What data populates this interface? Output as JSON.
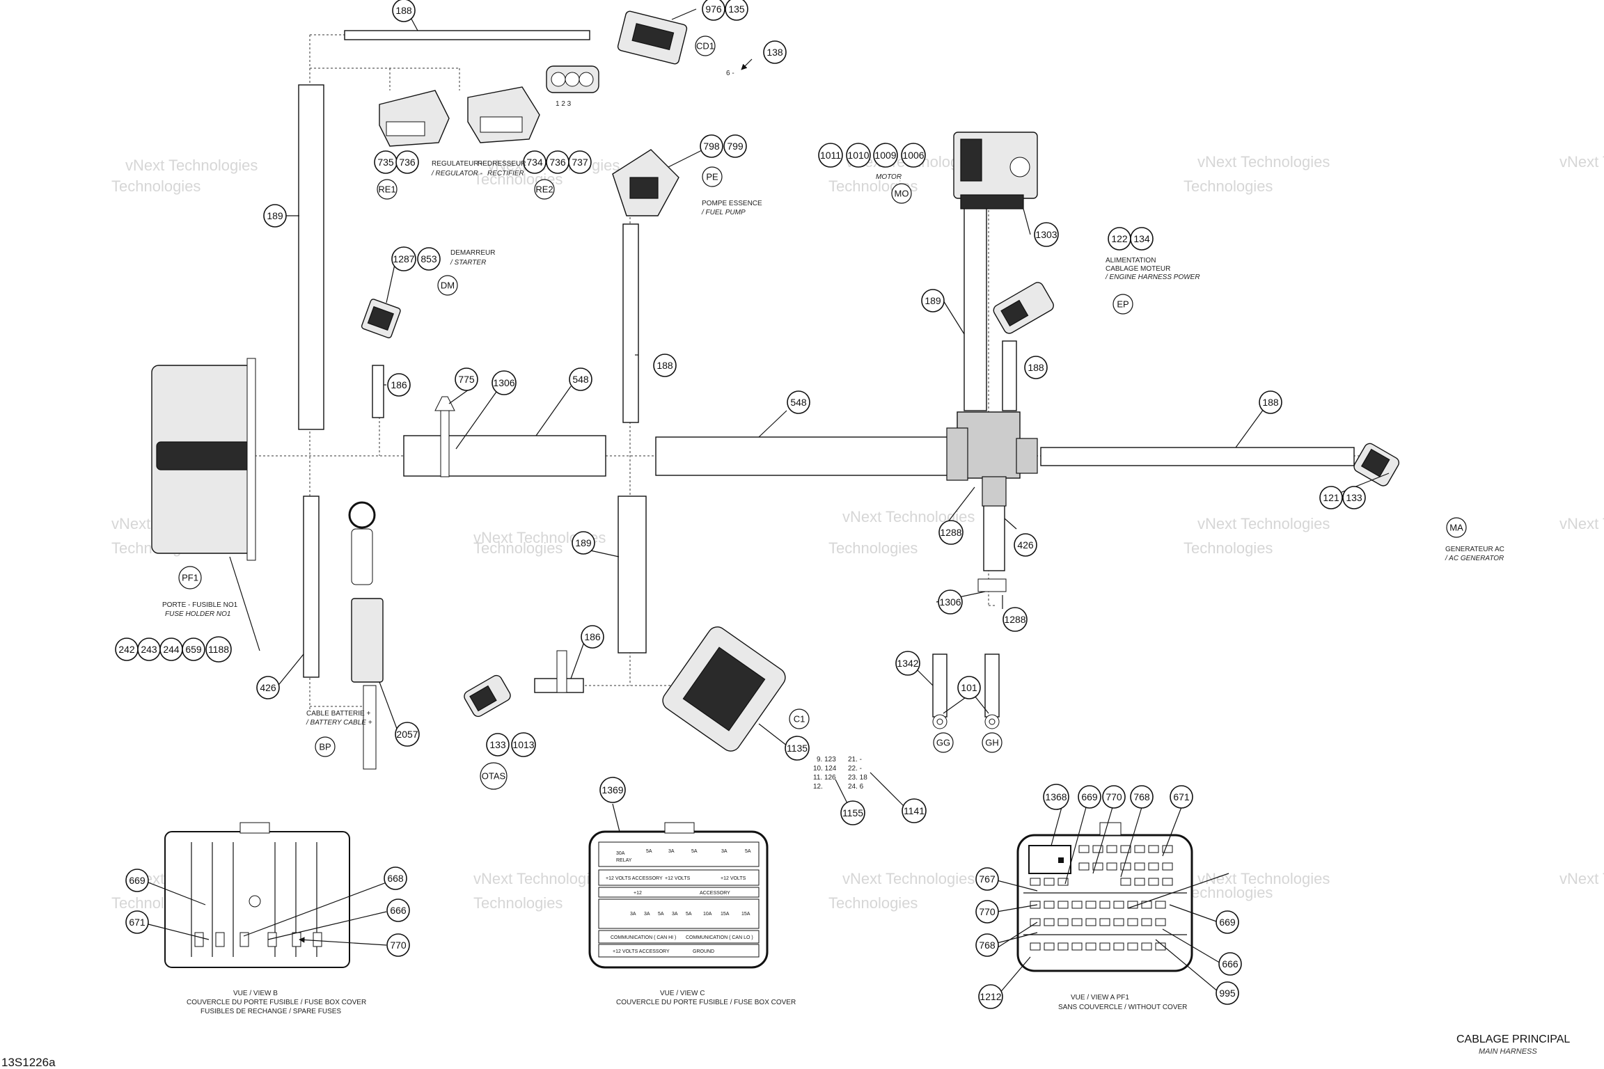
{
  "drawing_ref": "13S1226a",
  "title": "CABLAGE PRINCIPAL",
  "subtitle": "MAIN HARNESS",
  "watermark": "vNext Technologies",
  "connectors": {
    "CD1": "CD1",
    "RE1": "RE1",
    "RE2": "RE2",
    "PE": "PE",
    "MO": "MO",
    "DM": "DM",
    "EP": "EP",
    "PF1": "PF1",
    "BP": "BP",
    "OTAS": "OTAS",
    "C1": "C1",
    "GG": "GG",
    "GH": "GH",
    "MA": "MA"
  },
  "labels": {
    "regulateur_fr": "REGULATEUR -",
    "regulateur_en": "/ REGULATOR -",
    "redresseur_fr": "REDRESSEUR",
    "redresseur_en": "RECTIFIER",
    "pompe_fr": "POMPE ESSENCE",
    "pompe_en": "/ FUEL PUMP",
    "moteur_en": "MOTOR",
    "demarreur_fr": "DEMARREUR",
    "demarreur_en": "/ STARTER",
    "alim_1": "ALIMENTATION",
    "alim_2": "CABLAGE MOTEUR",
    "alim_en": "/ ENGINE HARNESS POWER",
    "porte_fr": "PORTE - FUSIBLE NO1",
    "porte_en": "FUSE HOLDER NO1",
    "batt_fr": "CABLE BATTERIE +",
    "batt_en": "/ BATTERY CABLE +",
    "gen_fr": "GENERATEUR AC",
    "gen_en": "/ AC GENERATOR",
    "pins_cd1": "1    2    3",
    "pin6": "6 -"
  },
  "pin_table": {
    "col1": [
      "9. 123",
      "10. 124",
      "11. 126",
      "12."
    ],
    "col2": [
      "21.  -",
      "22.  -",
      "23.  18",
      "24.  6"
    ]
  },
  "callouts": {
    "c188a": "188",
    "c976": "976",
    "c135": "135",
    "c138": "138",
    "c735": "735",
    "c736": "736",
    "c734": "734",
    "c736b": "736",
    "c737": "737",
    "c798": "798",
    "c799": "799",
    "c1011": "1011",
    "c1010": "1010",
    "c1009": "1009",
    "c1006": "1006",
    "c1303": "1303",
    "c122": "122",
    "c134": "134",
    "c189a": "189",
    "c189b": "189",
    "c189c": "189",
    "c1287": "1287",
    "c853": "853",
    "c186a": "186",
    "c186b": "186",
    "c775": "775",
    "c1306a": "1306",
    "c1306b": "1306",
    "c548a": "548",
    "c548b": "548",
    "c188b": "188",
    "c188c": "188",
    "c188d": "188",
    "c121": "121",
    "c133a": "133",
    "c1288a": "1288",
    "c1288b": "1288",
    "c426a": "426",
    "c426b": "426",
    "c1342": "1342",
    "c101": "101",
    "c2057": "2057",
    "c242": "242",
    "c243": "243",
    "c244": "244",
    "c659": "659",
    "c1188": "1188",
    "c133b": "133",
    "c1013": "1013",
    "c1135": "1135",
    "c1155": "1155",
    "c1141": "1141",
    "c1369": "1369",
    "c1368": "1368",
    "c669a": "669",
    "c770a": "770",
    "c768a": "768",
    "c671a": "671",
    "c767": "767",
    "c770b": "770",
    "c768b": "768",
    "c1212": "1212",
    "c669b": "669",
    "c666a": "666",
    "c995": "995",
    "c668": "668",
    "c671b": "671",
    "c666b": "666",
    "c770c": "770",
    "c669c": "669"
  },
  "views": {
    "b_title": "VUE / VIEW B",
    "b_line1": "COUVERCLE DU PORTE FUSIBLE / FUSE BOX COVER",
    "b_line2": "FUSIBLES DE RECHANGE / SPARE FUSES",
    "c_title": "VUE / VIEW C",
    "c_line1": "COUVERCLE DU PORTE FUSIBLE / FUSE BOX COVER",
    "a_title": "VUE / VIEW A      PF1",
    "a_line1": "SANS COUVERCLE / WITHOUT COVER"
  },
  "fuse_cover": {
    "relay": "30A",
    "relay_sub": "RELAY",
    "top_amps": [
      "5A",
      "3A",
      "5A",
      "3A",
      "5A"
    ],
    "row_12v_a": "+12 VOLTS ACCESSORY",
    "row_12v_b": "+12 VOLTS",
    "row_12v_c": "+12 VOLTS",
    "row_12": "+12",
    "row_acc": "ACCESSORY",
    "mid_amps": [
      "3A",
      "3A",
      "5A",
      "3A",
      "5A",
      "10A",
      "15A",
      "15A"
    ],
    "can_hi": "COMMUNICATION ( CAN HI )",
    "can_lo": "COMMUNICATION ( CAN LO )",
    "acc2": "+12 VOLTS ACCESSORY",
    "ground": "GROUND"
  }
}
